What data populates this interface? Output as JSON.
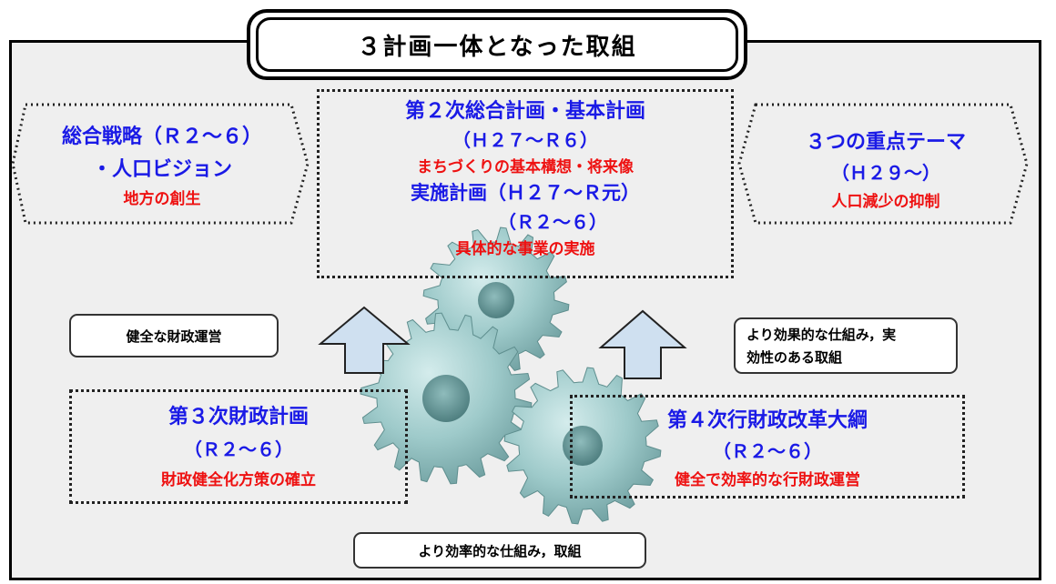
{
  "title": "３計画一体となった取組",
  "left_hex": {
    "line1": "総合戦略（Ｒ２～６）",
    "line2": "・人口ビジョン",
    "line3": "地方の創生"
  },
  "center_box": {
    "line1": "第２次総合計画・基本計画",
    "line2": "（Ｈ２７～Ｒ６）",
    "line3": "まちづくりの基本構想・将来像",
    "line4": "実施計画（Ｈ２７～Ｒ元）",
    "line5": "（Ｒ２～６）",
    "line6": "具体的な事業の実施"
  },
  "right_hex": {
    "line1": "３つの重点テーマ",
    "line2": "（Ｈ２９～）",
    "line3": "人口減少の抑制"
  },
  "label_left": "健全な財政運営",
  "label_right": {
    "line1": "より効果的な仕組み，実",
    "line2": "効性のある取組"
  },
  "bottom_left_box": {
    "line1": "第３次財政計画",
    "line2": "（Ｒ２～６）",
    "line3": "財政健全化方策の確立"
  },
  "bottom_right_box": {
    "line1": "第４次行財政改革大綱",
    "line2": "（Ｒ２～６）",
    "line3": "健全で効率的な行財政運営"
  },
  "label_bottom": "より効率的な仕組み，取組",
  "colors": {
    "heading_blue": "#1a1ae6",
    "accent_red": "#ee1111",
    "gear": "#9ecaca",
    "arrow": "#cfe0f0"
  }
}
